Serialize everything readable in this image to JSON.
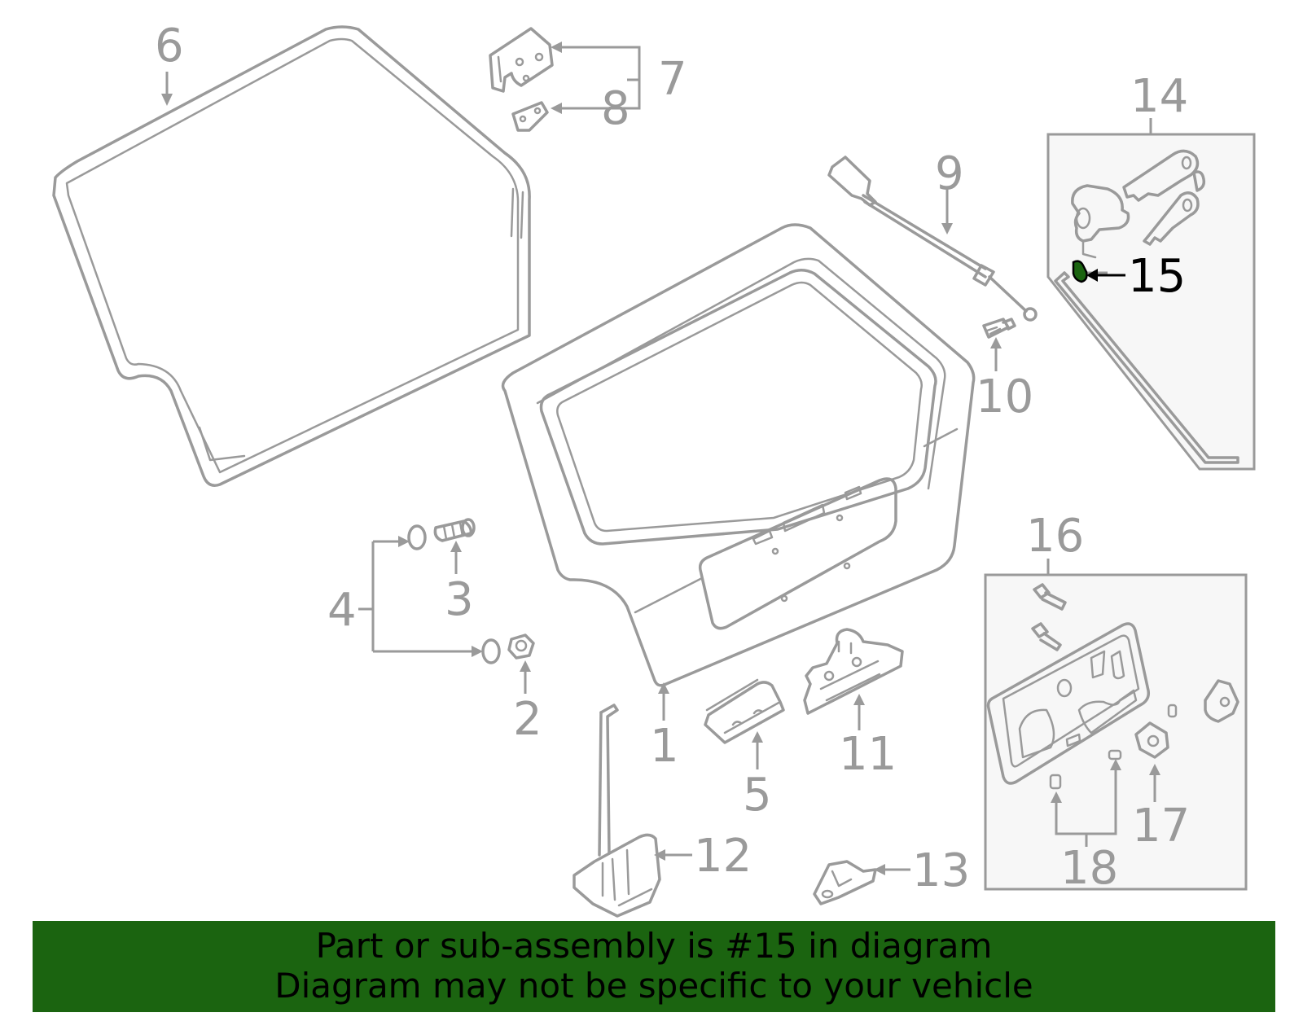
{
  "labels": {
    "l1": "1",
    "l2": "2",
    "l3": "3",
    "l4": "4",
    "l5": "5",
    "l6": "6",
    "l7": "7",
    "l8": "8",
    "l9": "9",
    "l10": "10",
    "l11": "11",
    "l12": "12",
    "l13": "13",
    "l14": "14",
    "l15": "15",
    "l16": "16",
    "l17": "17",
    "l18": "18"
  },
  "highlight": {
    "part_number": "15",
    "color": "#1b6410"
  },
  "banner": {
    "line1": "Part or sub-assembly is #15 in diagram",
    "line2": "Diagram may not be specific to your vehicle",
    "background": "#1b6410"
  }
}
